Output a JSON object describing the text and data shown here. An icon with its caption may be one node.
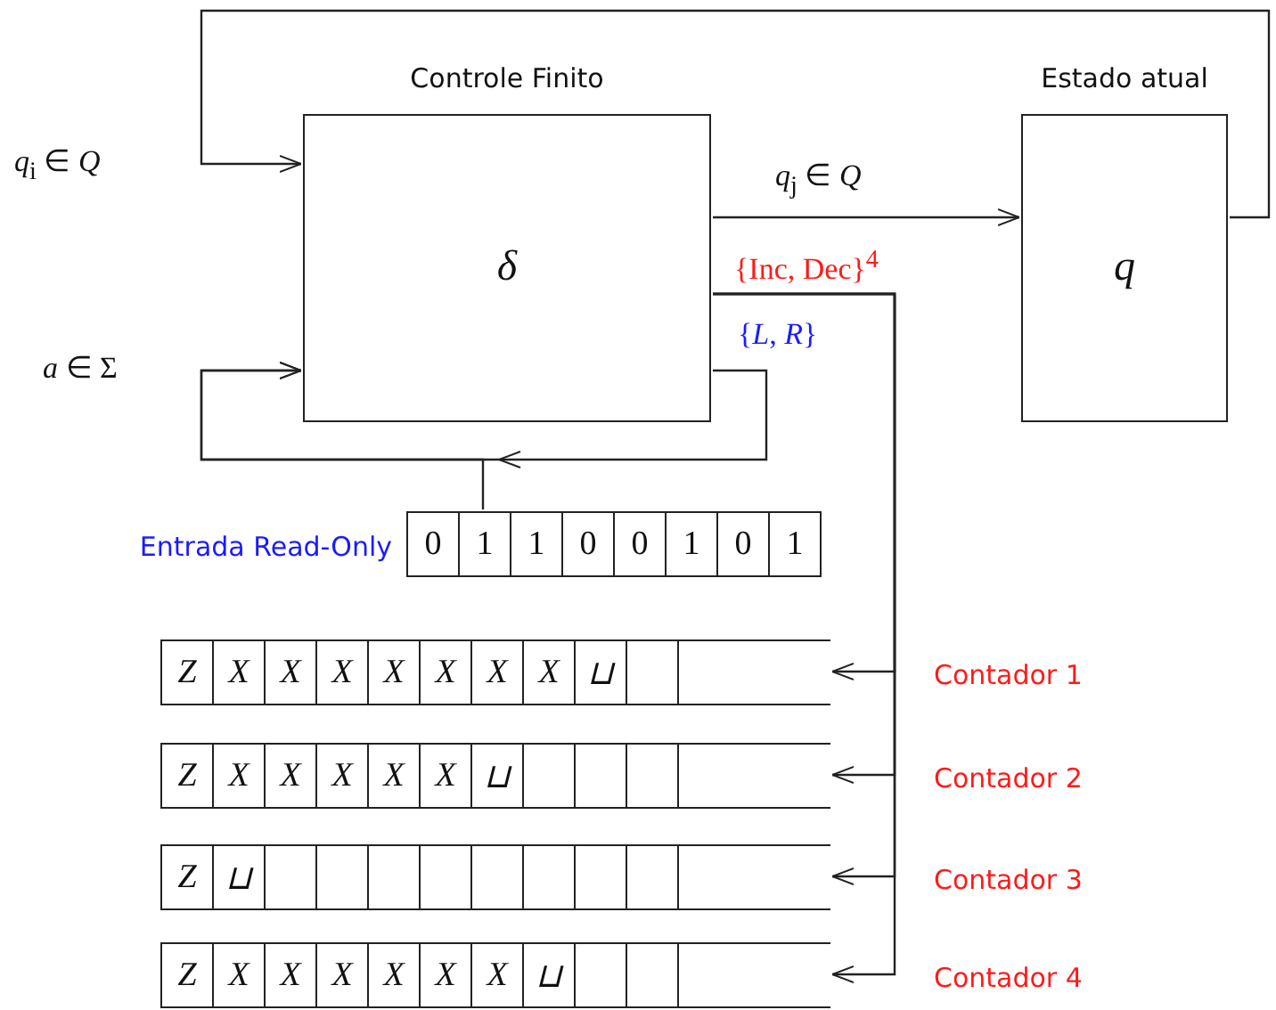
{
  "diagram": {
    "nodes": [
      {
        "text": [
          "Controle Finito",
          "δ"
        ]
      },
      {
        "text": [
          "Estado atual",
          "q"
        ]
      },
      {
        "text": [
          "0",
          "1",
          "1",
          "0",
          "0",
          "1",
          "0",
          "1"
        ],
        "beside": [
          "Entrada Read-Only"
        ]
      },
      {
        "text": [
          "Z",
          "X",
          "X",
          "X",
          "X",
          "X",
          "X",
          "X",
          "⊔"
        ],
        "beside": [
          "Contador 1"
        ]
      },
      {
        "text": [
          "Z",
          "X",
          "X",
          "X",
          "X",
          "X",
          "⊔"
        ],
        "beside": [
          "Contador 2"
        ]
      },
      {
        "text": [
          "Z",
          "⊔"
        ],
        "beside": [
          "Contador 3"
        ]
      },
      {
        "text": [
          "Z",
          "X",
          "X",
          "X",
          "X",
          "X",
          "X",
          "⊔"
        ],
        "beside": [
          "Contador 4"
        ]
      }
    ],
    "edges": [
      {
        "from": 0,
        "to": 1,
        "arrow": "to",
        "label": "*q*$_{j}$ ∈ *Q*"
      },
      {
        "from": 1,
        "to": 0,
        "arrow": "to",
        "label": "*q*$_{i}$ ∈ *Q*"
      },
      {
        "from": 0,
        "to": 0,
        "arrow": "to",
        "label": "{*L*, *R*}"
      },
      {
        "from": 2,
        "to": 0,
        "arrow": "to",
        "label": "*a* ∈ Σ"
      },
      {
        "from": 0,
        "to": 3,
        "arrow": "to",
        "label": "{Inc, Dec}$^{4}$"
      },
      {
        "from": 0,
        "to": 4,
        "arrow": "to"
      },
      {
        "from": 0,
        "to": 5,
        "arrow": "to"
      },
      {
        "from": 0,
        "to": 6,
        "arrow": "to"
      }
    ]
  }
}
